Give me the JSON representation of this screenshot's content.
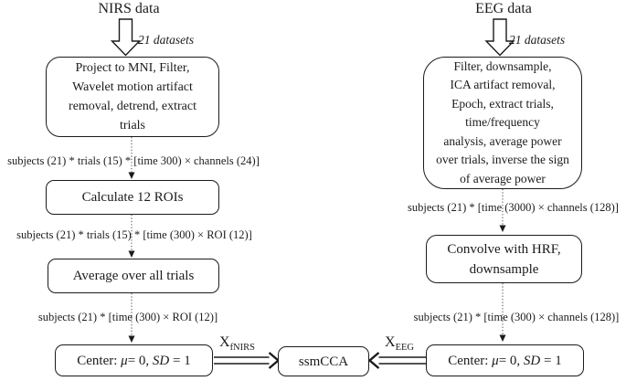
{
  "colors": {
    "ink": "#1b1b1b",
    "background": "#ffffff"
  },
  "nirs": {
    "title": "NIRS data",
    "datasets_label": "21 datasets",
    "preprocess_box": {
      "lines": [
        "Project to MNI, Filter,",
        "Wavelet motion artifact",
        "removal, detrend, extract",
        "trials"
      ]
    },
    "dim_label_1": "subjects (21) * trials (15) * [time 300) × channels (24)]",
    "roi_box_label": "Calculate 12 ROIs",
    "dim_label_2": "subjects (21) * trials (15) * [time (300) × ROI (12)]",
    "average_box_label": "Average over all trials",
    "dim_label_3": "subjects (21) * [time (300) × ROI (12)]",
    "center_box": {
      "prefix": "Center: ",
      "mu": "μ",
      "mu_value": "= 0, ",
      "sd": "SD",
      "sd_value": " = 1"
    },
    "x_label": {
      "base": "X",
      "subscript": "fNIRS"
    }
  },
  "eeg": {
    "title": "EEG data",
    "datasets_label": "21 datasets",
    "preprocess_box": {
      "lines": [
        "Filter, downsample,",
        "ICA artifact removal,",
        "Epoch, extract trials,",
        "time/frequency",
        "analysis, average power",
        "over trials, inverse the sign",
        "of average power"
      ]
    },
    "dim_label_1": "subjects (21) * [time (3000) × channels (128)]",
    "convolve_box": {
      "lines": [
        "Convolve with HRF,",
        "downsample"
      ]
    },
    "dim_label_2": "subjects (21) * [time (300) × channels (128)]",
    "center_box": {
      "prefix": "Center: ",
      "mu": "μ",
      "mu_value": "= 0, ",
      "sd": "SD",
      "sd_value": " = 1"
    },
    "x_label": {
      "base": "X",
      "subscript": "EEG"
    }
  },
  "fusion": {
    "box_label": "ssmCCA"
  }
}
